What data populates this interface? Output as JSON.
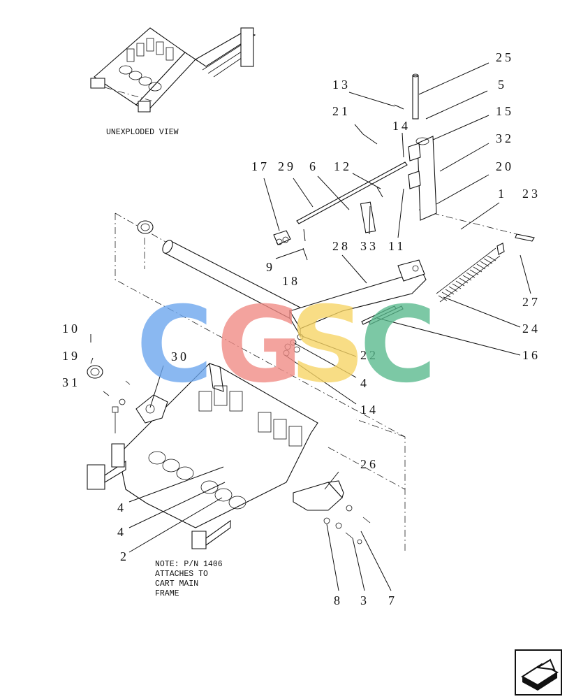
{
  "inset": {
    "label": "UNEXPLODED VIEW"
  },
  "note": {
    "lines": [
      "NOTE: P/N 1406",
      "ATTACHES TO",
      "CART MAIN",
      "FRAME"
    ]
  },
  "watermark": {
    "letters": [
      "C",
      "G",
      "S",
      "C"
    ],
    "colors": [
      "#6aa5ee",
      "#f08a84",
      "#f7d463",
      "#58b98d"
    ]
  },
  "callouts": [
    "25",
    "5",
    "13",
    "15",
    "21",
    "14",
    "32",
    "17",
    "29",
    "6",
    "12",
    "20",
    "23",
    "1",
    "33",
    "11",
    "28",
    "9",
    "18",
    "27",
    "24",
    "10",
    "30",
    "22",
    "16",
    "19",
    "4",
    "31",
    "14",
    "26",
    "4",
    "4",
    "2",
    "8",
    "3",
    "7"
  ],
  "nav_icon": "next-page-arrow-icon"
}
